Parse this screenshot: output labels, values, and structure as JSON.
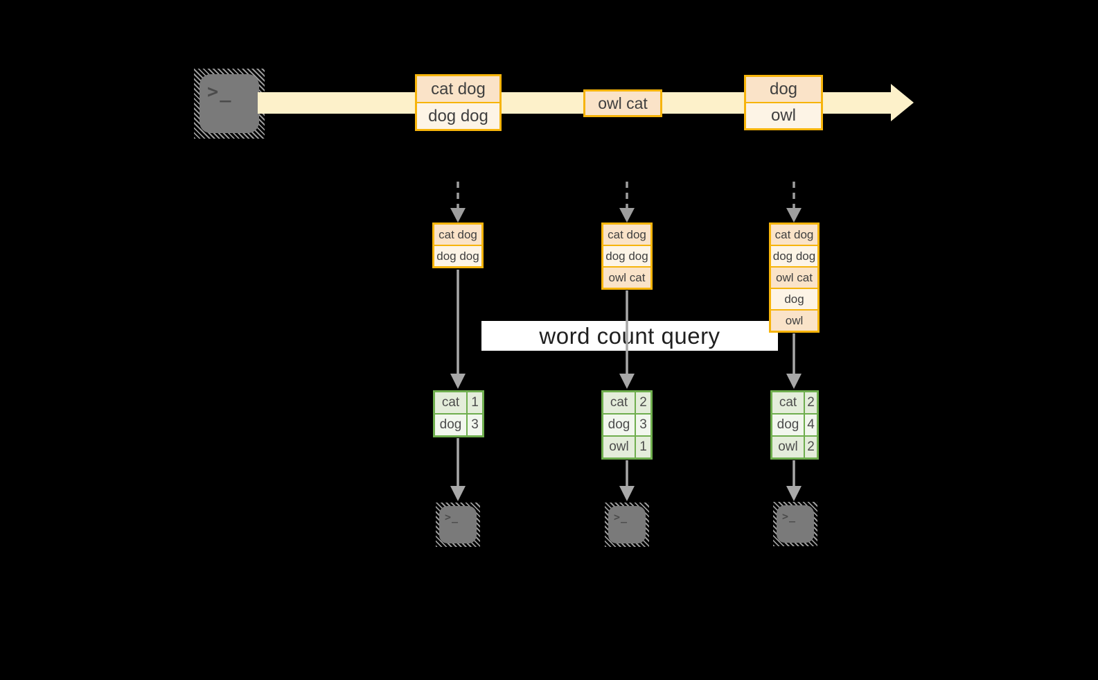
{
  "diagram": {
    "query_label": "word count query",
    "stream": {
      "events": [
        {
          "records": [
            "cat dog",
            "dog dog"
          ]
        },
        {
          "records": [
            "owl cat"
          ]
        },
        {
          "records": [
            "dog",
            "owl"
          ]
        }
      ]
    },
    "checkpoints": [
      {
        "state_records": [
          "cat dog",
          "dog dog"
        ],
        "counts": [
          {
            "word": "cat",
            "count": "1"
          },
          {
            "word": "dog",
            "count": "3"
          }
        ]
      },
      {
        "state_records": [
          "cat dog",
          "dog dog",
          "owl cat"
        ],
        "counts": [
          {
            "word": "cat",
            "count": "2"
          },
          {
            "word": "dog",
            "count": "3"
          },
          {
            "word": "owl",
            "count": "1"
          }
        ]
      },
      {
        "state_records": [
          "cat dog",
          "dog dog",
          "owl cat",
          "dog",
          "owl"
        ],
        "counts": [
          {
            "word": "cat",
            "count": "2"
          },
          {
            "word": "dog",
            "count": "4"
          },
          {
            "word": "owl",
            "count": "2"
          }
        ]
      }
    ]
  },
  "icons": {
    "terminal_prompt_glyph": ">_"
  },
  "colors": {
    "gold_border": "#F6B40B",
    "peach_fill": "#FAE3C8",
    "cream_fill": "#FDF4E6",
    "stream_band": "#FDF1CA",
    "green_border": "#6FAE4E",
    "green_fill_a": "#E4EDDA",
    "green_fill_b": "#F2F7EE",
    "arrow_gray": "#A8A8A8",
    "terminal_gray": "#7A7A7A",
    "query_bg": "#FFFFFF",
    "text_dark": "#3F3F3F"
  }
}
